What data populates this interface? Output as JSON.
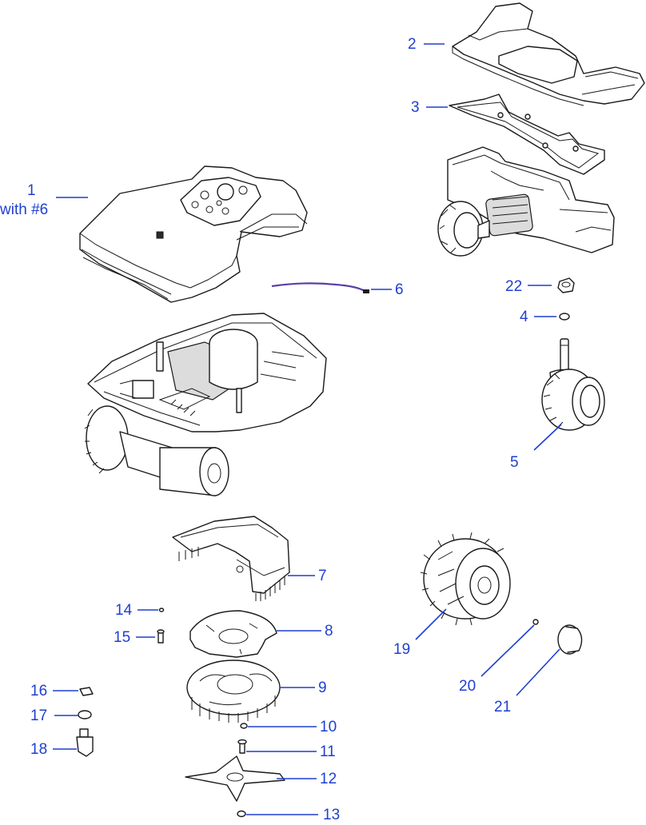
{
  "callouts": [
    {
      "id": "1",
      "label": "1",
      "sub": "with #6"
    },
    {
      "id": "2",
      "label": "2"
    },
    {
      "id": "3",
      "label": "3"
    },
    {
      "id": "4",
      "label": "4"
    },
    {
      "id": "5",
      "label": "5"
    },
    {
      "id": "6",
      "label": "6"
    },
    {
      "id": "7",
      "label": "7"
    },
    {
      "id": "8",
      "label": "8"
    },
    {
      "id": "9",
      "label": "9"
    },
    {
      "id": "10",
      "label": "10"
    },
    {
      "id": "11",
      "label": "11"
    },
    {
      "id": "12",
      "label": "12"
    },
    {
      "id": "13",
      "label": "13"
    },
    {
      "id": "14",
      "label": "14"
    },
    {
      "id": "15",
      "label": "15"
    },
    {
      "id": "16",
      "label": "16"
    },
    {
      "id": "17",
      "label": "17"
    },
    {
      "id": "18",
      "label": "18"
    },
    {
      "id": "19",
      "label": "19"
    },
    {
      "id": "20",
      "label": "20"
    },
    {
      "id": "21",
      "label": "21"
    },
    {
      "id": "22",
      "label": "22"
    }
  ],
  "colors": {
    "callout": "#1f3fd1",
    "line_art": "#1a1a1a",
    "background": "#ffffff"
  }
}
